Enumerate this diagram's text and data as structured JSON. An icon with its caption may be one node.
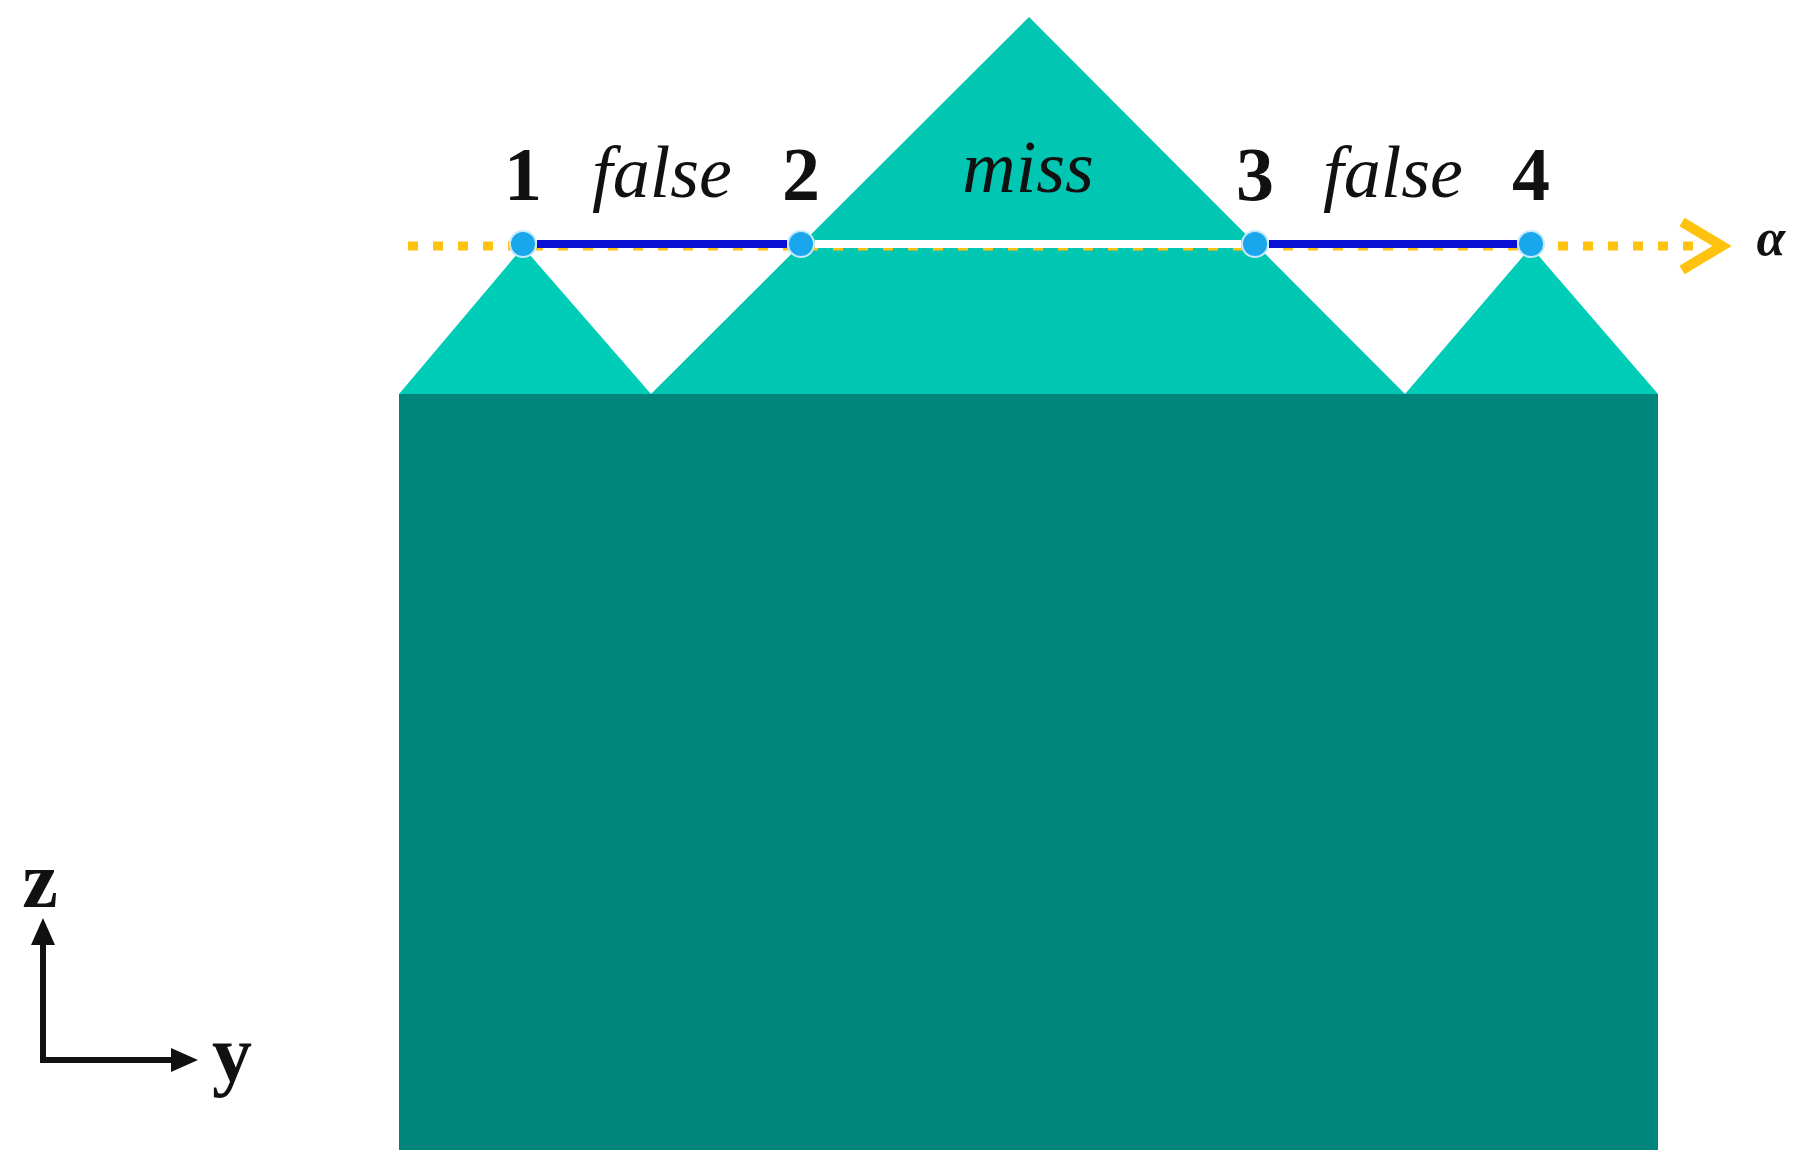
{
  "diagram": {
    "nodes": [
      {
        "text": [],
        "shape": "circle",
        "beside": [
          "1"
        ]
      },
      {
        "text": [],
        "shape": "circle",
        "beside": [
          "2"
        ]
      },
      {
        "text": [],
        "shape": "circle",
        "beside": [
          "3"
        ]
      },
      {
        "text": [],
        "shape": "circle",
        "beside": [
          "4"
        ]
      }
    ],
    "edges": [
      {
        "from": 0,
        "to": 1,
        "arrow": "none",
        "label": "false"
      },
      {
        "from": 1,
        "to": 2,
        "arrow": "none",
        "label": "miss",
        "color": "#ffffff"
      },
      {
        "from": 2,
        "to": 3,
        "arrow": "none",
        "label": "false"
      }
    ],
    "labels": [
      "α",
      "z",
      "y"
    ]
  }
}
